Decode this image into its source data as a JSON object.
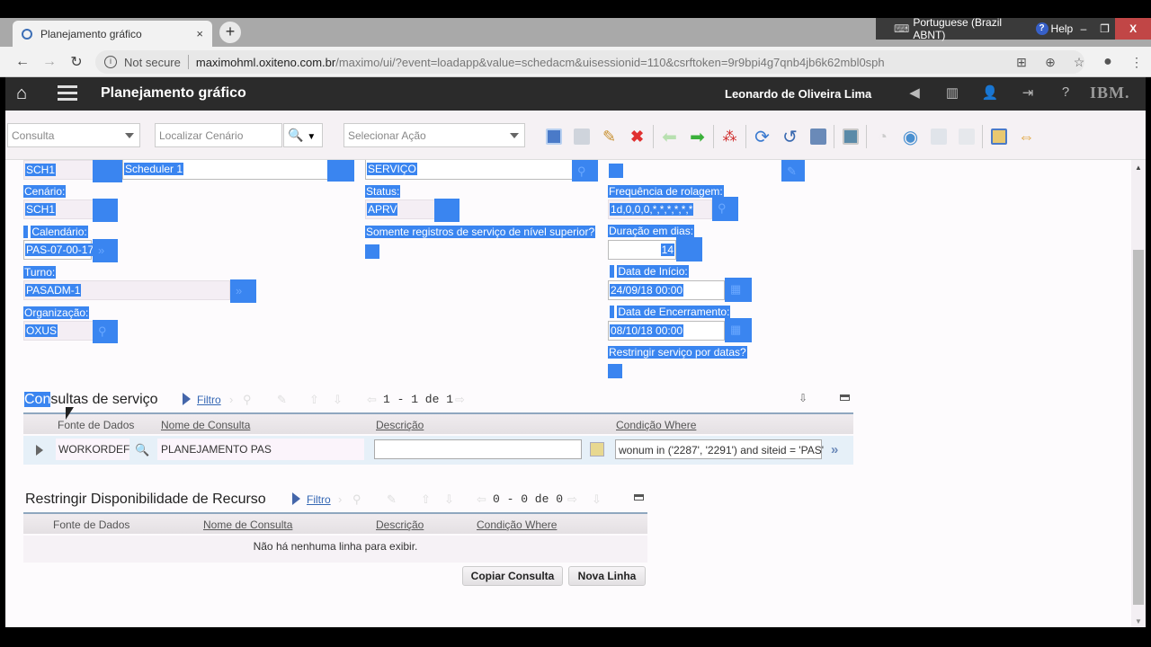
{
  "browser": {
    "tab_title": "Planejamento gráfico",
    "tab_close": "×",
    "new_tab": "+",
    "not_secure": "Not secure",
    "url_host": "maximohml.oxiteno.com.br",
    "url_path": "/maximo/ui/?event=loadapp&value=schedacm&uisessionid=110&csrftoken=9r9bpi4g7qnb4jb6k62mbl0sph",
    "language": "Portuguese (Brazil ABNT)",
    "help": "Help",
    "window_close": "X"
  },
  "header": {
    "title": "Planejamento gráfico",
    "user": "Leonardo de Oliveira Lima",
    "brand": "IBM."
  },
  "toolbar": {
    "query_placeholder": "Consulta",
    "find_placeholder": "Localizar Cenário",
    "action_placeholder": "Selecionar Ação"
  },
  "form": {
    "schedule_id": "SCH1",
    "schedule_desc": "Scheduler 1",
    "type": "SERVIÇO",
    "scenario_label": "Cenário:",
    "scenario": "SCH1",
    "calendar_label": "Calendário:",
    "calendar": "PAS-07-00-17-",
    "shift_label": "Turno:",
    "shift": "PASADM-1",
    "org_label": "Organização:",
    "org": "OXUS",
    "status_label": "Status:",
    "status": "APRV",
    "top_level_label": "Somente registros de serviço de nível superior?",
    "rollover_label": "Frequência de rolagem:",
    "rollover": "1d,0,0,0,*,*,*,*,*,*",
    "duration_label": "Duração em dias:",
    "duration": "14",
    "start_label": "Data de Início:",
    "start": "24/09/18 00:00",
    "end_label": "Data de Encerramento:",
    "end": "08/10/18 00:00",
    "restrict_label": "Restringir serviço por datas?"
  },
  "service_queries": {
    "title_hl": "Con",
    "title_rest": "sultas de serviço",
    "filter": "Filtro",
    "pager": "1 - 1 de 1",
    "columns": [
      "Fonte de Dados",
      "Nome de Consulta",
      "Descrição",
      "Condição Where"
    ],
    "rows": [
      {
        "source": "WORKORDEF",
        "name": "PLANEJAMENTO PAS",
        "description": "",
        "where": "wonum in ('2287', '2291') and siteid = 'PAS'"
      }
    ]
  },
  "resource_restrict": {
    "title": "Restringir Disponibilidade de Recurso",
    "filter": "Filtro",
    "pager": "0 - 0 de 0",
    "columns": [
      "Fonte de Dados",
      "Nome de Consulta",
      "Descrição",
      "Condição Where"
    ],
    "empty": "Não há nenhuma linha para exibir.",
    "copy_button": "Copiar Consulta",
    "new_row_button": "Nova Linha"
  }
}
